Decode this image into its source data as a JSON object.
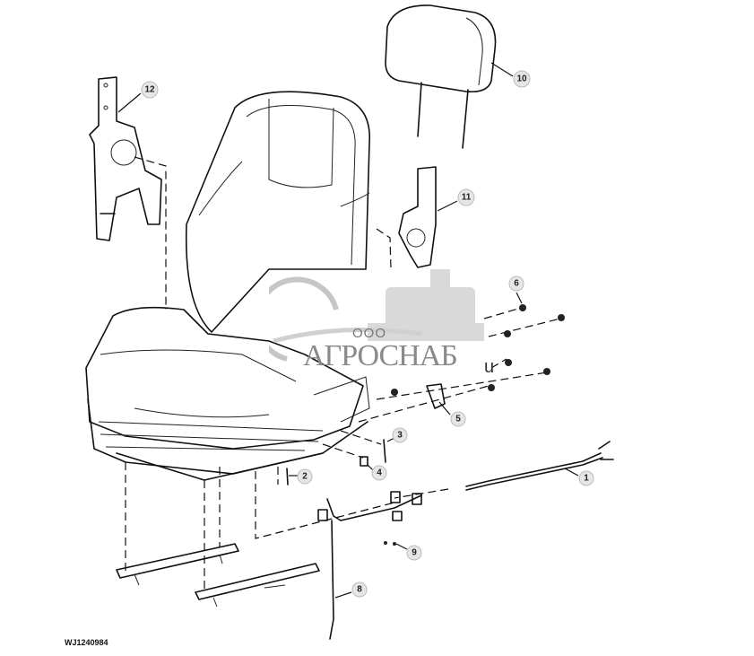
{
  "figure_id": "WJ1240984",
  "callouts": [
    "1",
    "2",
    "3",
    "4",
    "5",
    "6",
    "8",
    "9",
    "10",
    "11",
    "12"
  ],
  "stray_text": "u",
  "watermark": {
    "prefix": "ООО",
    "name": "АГРОСНАБ"
  },
  "colors": {
    "line": "#111111",
    "callout_fill": "#e6e6e6",
    "watermark": "#8a8a8a"
  }
}
